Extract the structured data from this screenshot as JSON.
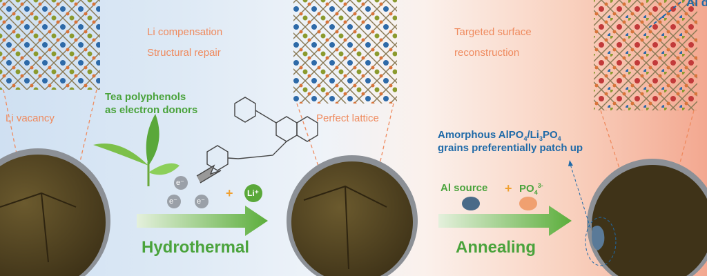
{
  "labels": {
    "li_vacancy": "Li vacancy",
    "li_compensation": "Li compensation",
    "structural_repair": "Structural repair",
    "tea_polyphenols_1": "Tea polyphenols",
    "tea_polyphenols_2": "as electron donors",
    "perfect_lattice": "Perfect lattice",
    "targeted_1": "Targeted surface",
    "targeted_2": "reconstruction",
    "amorphous_1a": "Amorphous AlPO",
    "amorphous_1b": "4",
    "amorphous_1c": "/Li",
    "amorphous_1d": "3",
    "amorphous_1e": "PO",
    "amorphous_1f": "4",
    "amorphous_2": "grains preferentially patch up",
    "al_source": "Al source",
    "po4": "PO",
    "po4_sub": "4",
    "po4_sup": "3-",
    "hydrothermal": "Hydrothermal",
    "annealing": "Annealing",
    "electron": "e⁻",
    "li_plus": "Li⁺",
    "al_top_cut": "Al d"
  },
  "colors": {
    "orange_text": "#ef8a5e",
    "green_text": "#4aa33c",
    "blue_text": "#1f6aa8",
    "particle": "#5a4a26"
  }
}
